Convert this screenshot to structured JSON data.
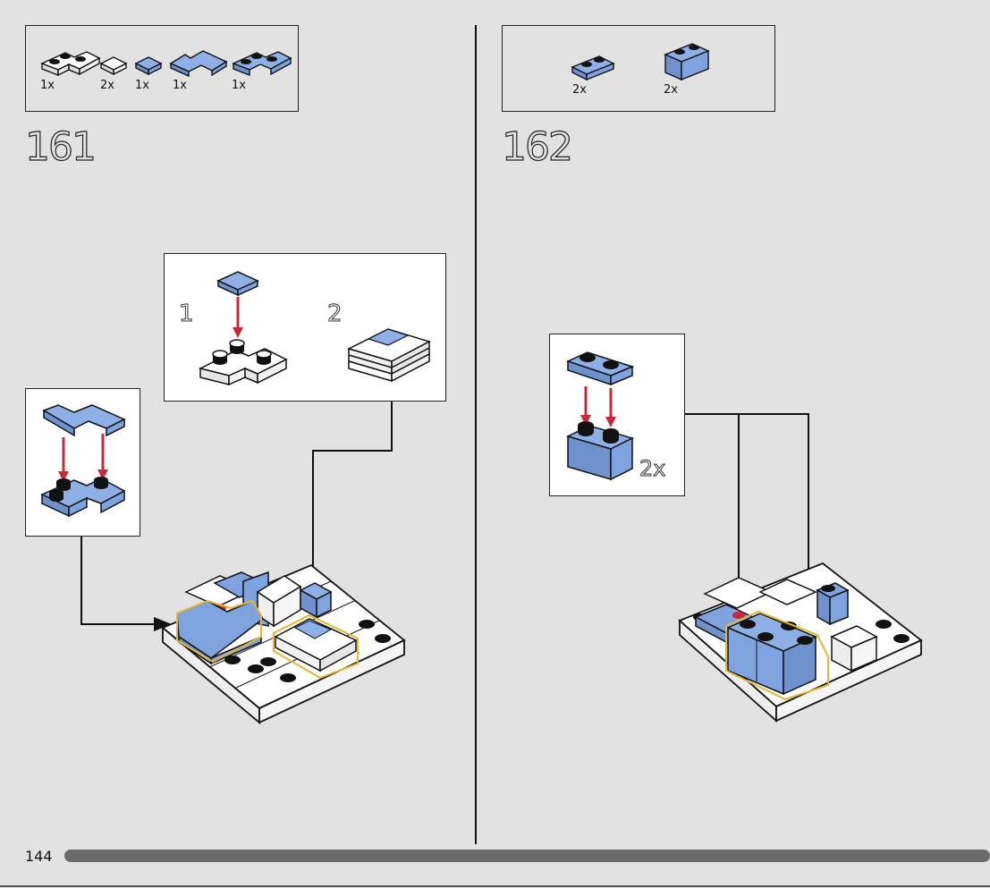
{
  "page": {
    "number": "144",
    "progress_percent": 100
  },
  "colors": {
    "background": "#e2e2e2",
    "brick_blue": "#7fa3df",
    "brick_white": "#ffffff",
    "arrow_red": "#c8283a",
    "highlight_yellow": "#e6b62e",
    "outline": "#111111",
    "progress_bar": "#6b6b6b"
  },
  "step_161": {
    "number": "161",
    "parts": [
      {
        "name": "white-corner-plate-icon",
        "qty": "1x"
      },
      {
        "name": "white-tile-icon",
        "qty": "2x"
      },
      {
        "name": "blue-tile-icon",
        "qty": "1x"
      },
      {
        "name": "blue-corner-tile-icon",
        "qty": "1x"
      },
      {
        "name": "blue-corner-plate-icon",
        "qty": "1x"
      }
    ],
    "substeps": [
      "1",
      "2"
    ]
  },
  "step_162": {
    "number": "162",
    "parts": [
      {
        "name": "blue-plate-1x2-icon",
        "qty": "2x"
      },
      {
        "name": "blue-brick-1x2-icon",
        "qty": "2x"
      }
    ],
    "callout_multiplier": "2x"
  }
}
